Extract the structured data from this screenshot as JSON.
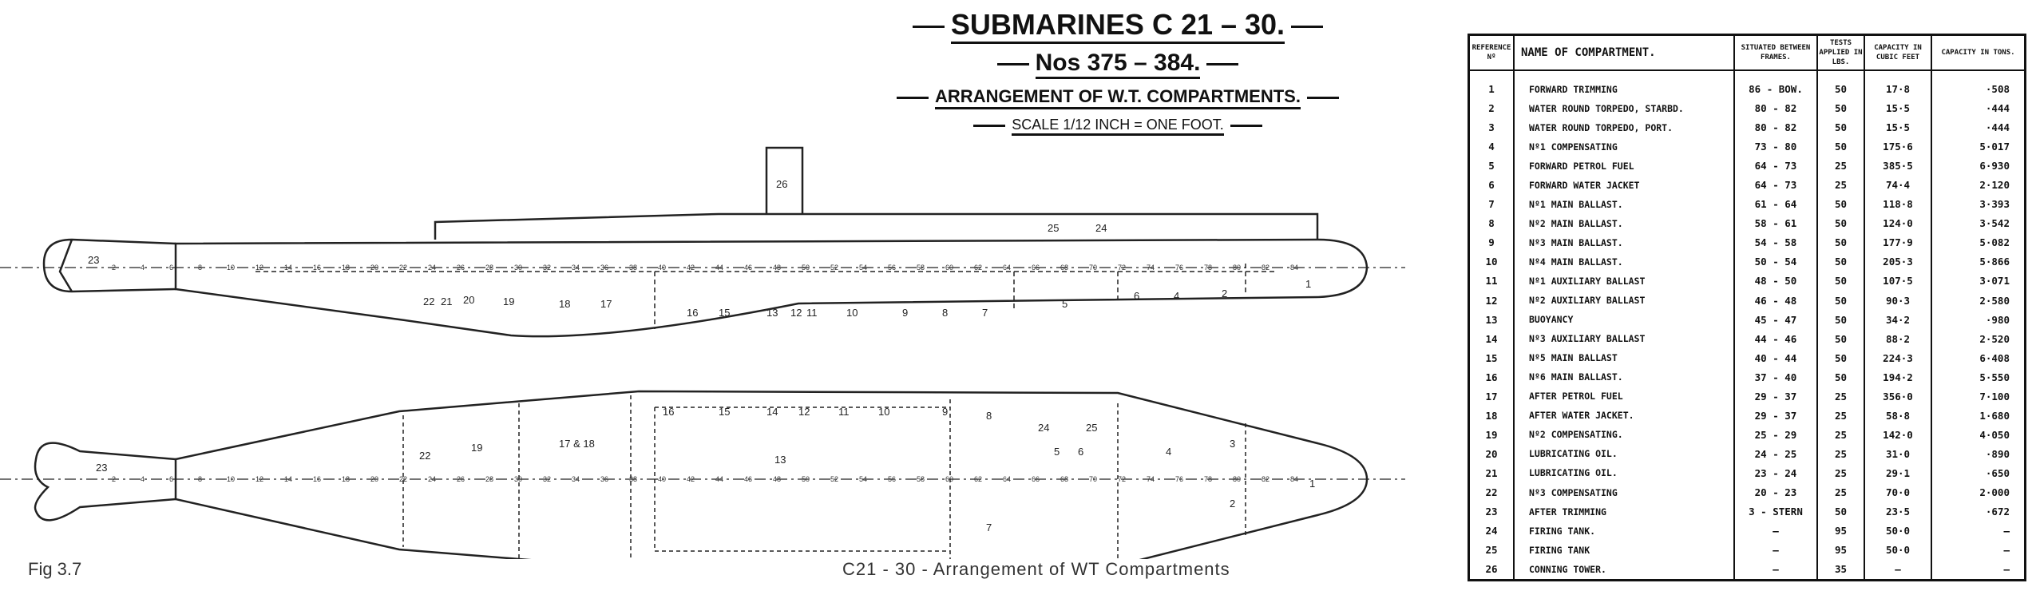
{
  "title": {
    "line1": "SUBMARINES C 21 – 30.",
    "line2": "Nos 375 – 384.",
    "line3": "ARRANGEMENT OF W.T. COMPARTMENTS.",
    "line4": "SCALE 1/12 INCH = ONE FOOT."
  },
  "figure_label": "Fig 3.7",
  "caption": "C21 - 30 -  Arrangement of WT Compartments",
  "drawing": {
    "side_labels": [
      "26",
      "25",
      "24",
      "22",
      "21",
      "20",
      "19",
      "18",
      "17",
      "16",
      "15",
      "13",
      "12",
      "11",
      "10",
      "9",
      "8",
      "7",
      "5",
      "6",
      "4",
      "2",
      "1",
      "23"
    ],
    "plan_labels": [
      "16",
      "15",
      "14",
      "12",
      "11",
      "10",
      "9",
      "8",
      "7",
      "5",
      "4",
      "3",
      "2",
      "1",
      "13",
      "22",
      "19",
      "17 & 18",
      "6",
      "23",
      "24",
      "25"
    ],
    "frame_numbers": [
      "2",
      "4",
      "6",
      "8",
      "10",
      "12",
      "14",
      "16",
      "18",
      "20",
      "22",
      "24",
      "26",
      "28",
      "30",
      "32",
      "34",
      "36",
      "38",
      "40",
      "42",
      "44",
      "46",
      "48",
      "50",
      "52",
      "54",
      "56",
      "58",
      "60",
      "62",
      "64",
      "66",
      "68",
      "70",
      "72",
      "74",
      "76",
      "78",
      "80",
      "82",
      "84"
    ]
  },
  "table": {
    "headers": [
      "REFERENCE Nº",
      "NAME OF COMPARTMENT.",
      "SITUATED BETWEEN FRAMES.",
      "TESTS APPLIED IN LBS.",
      "CAPACITY IN CUBIC FEET",
      "CAPACITY IN TONS."
    ],
    "rows": [
      [
        "1",
        "FORWARD TRIMMING",
        "86 - BOW.",
        "50",
        "17·8",
        "·508"
      ],
      [
        "2",
        "WATER ROUND TORPEDO, STARBD.",
        "80 - 82",
        "50",
        "15·5",
        "·444"
      ],
      [
        "3",
        "WATER ROUND TORPEDO, PORT.",
        "80 - 82",
        "50",
        "15·5",
        "·444"
      ],
      [
        "4",
        "Nº1 COMPENSATING",
        "73 - 80",
        "50",
        "175·6",
        "5·017"
      ],
      [
        "5",
        "FORWARD PETROL FUEL",
        "64 - 73",
        "25",
        "385·5",
        "6·930"
      ],
      [
        "6",
        "FORWARD WATER JACKET",
        "64 - 73",
        "25",
        "74·4",
        "2·120"
      ],
      [
        "7",
        "Nº1 MAIN BALLAST.",
        "61 - 64",
        "50",
        "118·8",
        "3·393"
      ],
      [
        "8",
        "Nº2 MAIN BALLAST.",
        "58 - 61",
        "50",
        "124·0",
        "3·542"
      ],
      [
        "9",
        "Nº3 MAIN BALLAST.",
        "54 - 58",
        "50",
        "177·9",
        "5·082"
      ],
      [
        "10",
        "Nº4 MAIN BALLAST.",
        "50 - 54",
        "50",
        "205·3",
        "5·866"
      ],
      [
        "11",
        "Nº1 AUXILIARY BALLAST",
        "48 - 50",
        "50",
        "107·5",
        "3·071"
      ],
      [
        "12",
        "Nº2 AUXILIARY BALLAST",
        "46 - 48",
        "50",
        "90·3",
        "2·580"
      ],
      [
        "13",
        "BUOYANCY",
        "45 - 47",
        "50",
        "34·2",
        "·980"
      ],
      [
        "14",
        "Nº3 AUXILIARY BALLAST",
        "44 - 46",
        "50",
        "88·2",
        "2·520"
      ],
      [
        "15",
        "Nº5 MAIN BALLAST",
        "40 - 44",
        "50",
        "224·3",
        "6·408"
      ],
      [
        "16",
        "Nº6 MAIN BALLAST.",
        "37 - 40",
        "50",
        "194·2",
        "5·550"
      ],
      [
        "17",
        "AFTER PETROL FUEL",
        "29 - 37",
        "25",
        "356·0",
        "7·100"
      ],
      [
        "18",
        "AFTER WATER JACKET.",
        "29 - 37",
        "25",
        "58·8",
        "1·680"
      ],
      [
        "19",
        "Nº2 COMPENSATING.",
        "25 - 29",
        "25",
        "142·0",
        "4·050"
      ],
      [
        "20",
        "LUBRICATING OIL.",
        "24 - 25",
        "25",
        "31·0",
        "·890"
      ],
      [
        "21",
        "LUBRICATING OIL.",
        "23 - 24",
        "25",
        "29·1",
        "·650"
      ],
      [
        "22",
        "Nº3 COMPENSATING",
        "20 - 23",
        "25",
        "70·0",
        "2·000"
      ],
      [
        "23",
        "AFTER TRIMMING",
        "3 - STERN",
        "50",
        "23·5",
        "·672"
      ],
      [
        "24",
        "FIRING TANK.",
        "—",
        "95",
        "50·0",
        "—"
      ],
      [
        "25",
        "FIRING TANK",
        "—",
        "95",
        "50·0",
        "—"
      ],
      [
        "26",
        "CONNING TOWER.",
        "—",
        "35",
        "—",
        "—"
      ]
    ]
  }
}
